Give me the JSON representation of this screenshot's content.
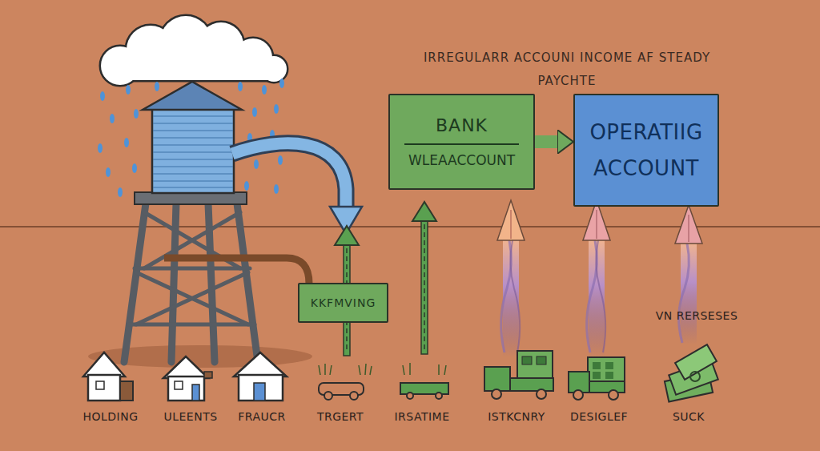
{
  "diagram": {
    "title": "IRREGULARR ACCOUNI INCOME AF STEADY PAYCHTE",
    "nodes": [
      {
        "text": [
          "BANK",
          "WLEAACCOUNT"
        ]
      },
      {
        "text": [
          "OPERATIIG ACCOUNT"
        ]
      },
      {
        "text": [
          "KKFMVING"
        ]
      }
    ],
    "edges": [
      {
        "from": 0,
        "to": 1,
        "arrow": "to"
      }
    ],
    "labels": [
      "VN RERSESES",
      "HOLDING",
      "ULEENTS",
      "FRAUCR",
      "TRGERT",
      "IRSATIME",
      "ISTKCNRY",
      "DESIGLEF",
      "SUCK"
    ]
  }
}
